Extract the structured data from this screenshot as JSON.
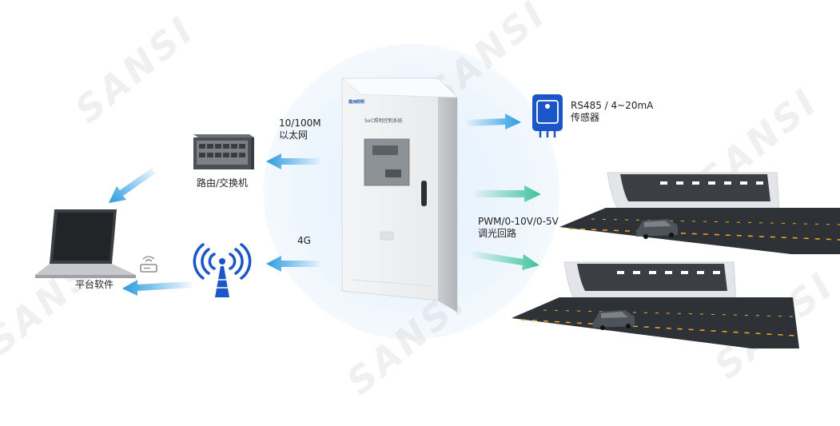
{
  "watermark": "SANSI",
  "labels": {
    "ethernet_line1": "10/100M",
    "ethernet_line2": "以太网",
    "router": "路由/交换机",
    "cellular": "4G",
    "platform": "平台软件",
    "sensor_line1": "RS485 / 4~20mA",
    "sensor_line2": "传感器",
    "dimming_line1": "PWM/0-10V/0-5V",
    "dimming_line2": "调光回路"
  },
  "cabinet": {
    "title": "SoC照明控制系统",
    "logo": "建洲照明"
  },
  "colors": {
    "arrow_blue": "#2a9be0",
    "arrow_green": "#3fc29a",
    "icon_blue": "#1a56c8",
    "glow": "#e4f1fc"
  }
}
